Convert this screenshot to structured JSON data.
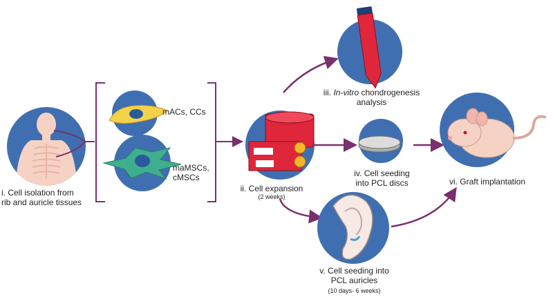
{
  "steps": {
    "isolation": {
      "line1": "i. Cell isolation from",
      "line2": "rib and auricle tissues"
    },
    "expansion": {
      "line1": "ii. Cell expansion",
      "duration": "(2 weeks)"
    },
    "chondrogenesis": {
      "prefix": "iii. ",
      "italic": "In-vitro",
      "suffix": " chondrogenesis",
      "line2": "analysis"
    },
    "pcl_discs": {
      "line1": "iv. Cell seeding",
      "line2": "into PCL discs"
    },
    "pcl_auricles": {
      "line1": "v. Cell seeding into",
      "line2": "PCL auricles",
      "duration": "(10 days- 6 weeks)"
    },
    "graft": {
      "label": "vi. Graft implantation"
    }
  },
  "cell_types": {
    "chondrocytes": "mACs, CCs",
    "mscs_line1": "maMSCs,",
    "mscs_line2": "cMSCs"
  },
  "colors": {
    "circle_blue": "#3f6fb0",
    "arrow_purple": "#7a2f6e",
    "flask_red": "#e0263a",
    "cell_yellow": "#f4d24a",
    "cell_green": "#3fae8e"
  }
}
